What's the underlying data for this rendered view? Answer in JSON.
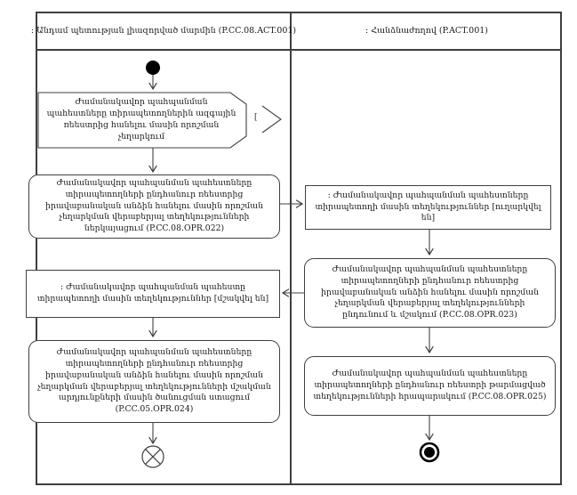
{
  "lanes": [
    {
      "title": ": Անդամ պետության լիազորված մարմին  (P.CC.08.ACT.001)"
    },
    {
      "title": ": Հանձնաժողով (P.ACT.001)"
    }
  ],
  "nodes": {
    "signal": {
      "text": "Ժամանակավոր պահպանման պահեստները տիրապետողներին ազգային ռեեստրից հանելու մասին որոշման չեղարկում"
    },
    "connector": {
      "label": "["
    },
    "opr022": {
      "text": "Ժամանակավոր պահպանման պահեստները տիրապետողների ընդհանուր ռեեստրից իրավաբանական անձին հանելու մասին որոշման չեղարկման վերաբերյալ տեղեկությունների ներկայացում (P.CC.08.OPR.022)"
    },
    "obj_sent": {
      "text": ": Ժամանակավոր պահպանման պահեստները տիրապետողի մասին տեղեկություններ [ուղարկվել են]"
    },
    "opr023": {
      "text": "Ժամանակավոր պահպանման պահեստները տիրապետողների ընդհանուր ռեեստրից իրավաբանական անձին հանելու մասին որոշման չեղարկման վերաբերյալ տեղեկությունների ընդունում և մշակում (P.CC.08.OPR.023)"
    },
    "obj_processed": {
      "text": ": Ժամանակավոր պահպանման պահեստը տիրապետողի մասին տեղեկություններ [մշակվել են]"
    },
    "opr024": {
      "text": "Ժամանակավոր պահպանման պահեստները տիրապետողների ընդհանուր ռեեստրից իրավաբանական անձին հանելու մասին որոշման չեղարկման վերաբերյալ տեղեկությունների մշակման  արդյունքների մասին ծանուցման ստացում (P.CC.05.OPR.024)"
    },
    "opr025": {
      "text": "Ժամանակավոր պահպանման պահեստները տիրապետողների ընդհանուր ռեեստրի թարմացված տեղեկությունների հրապարակում (P.CC.08.OPR.025)"
    }
  },
  "colors": {
    "line": "#3f3f3f",
    "node_fill": "#000000",
    "background": "#ffffff"
  }
}
